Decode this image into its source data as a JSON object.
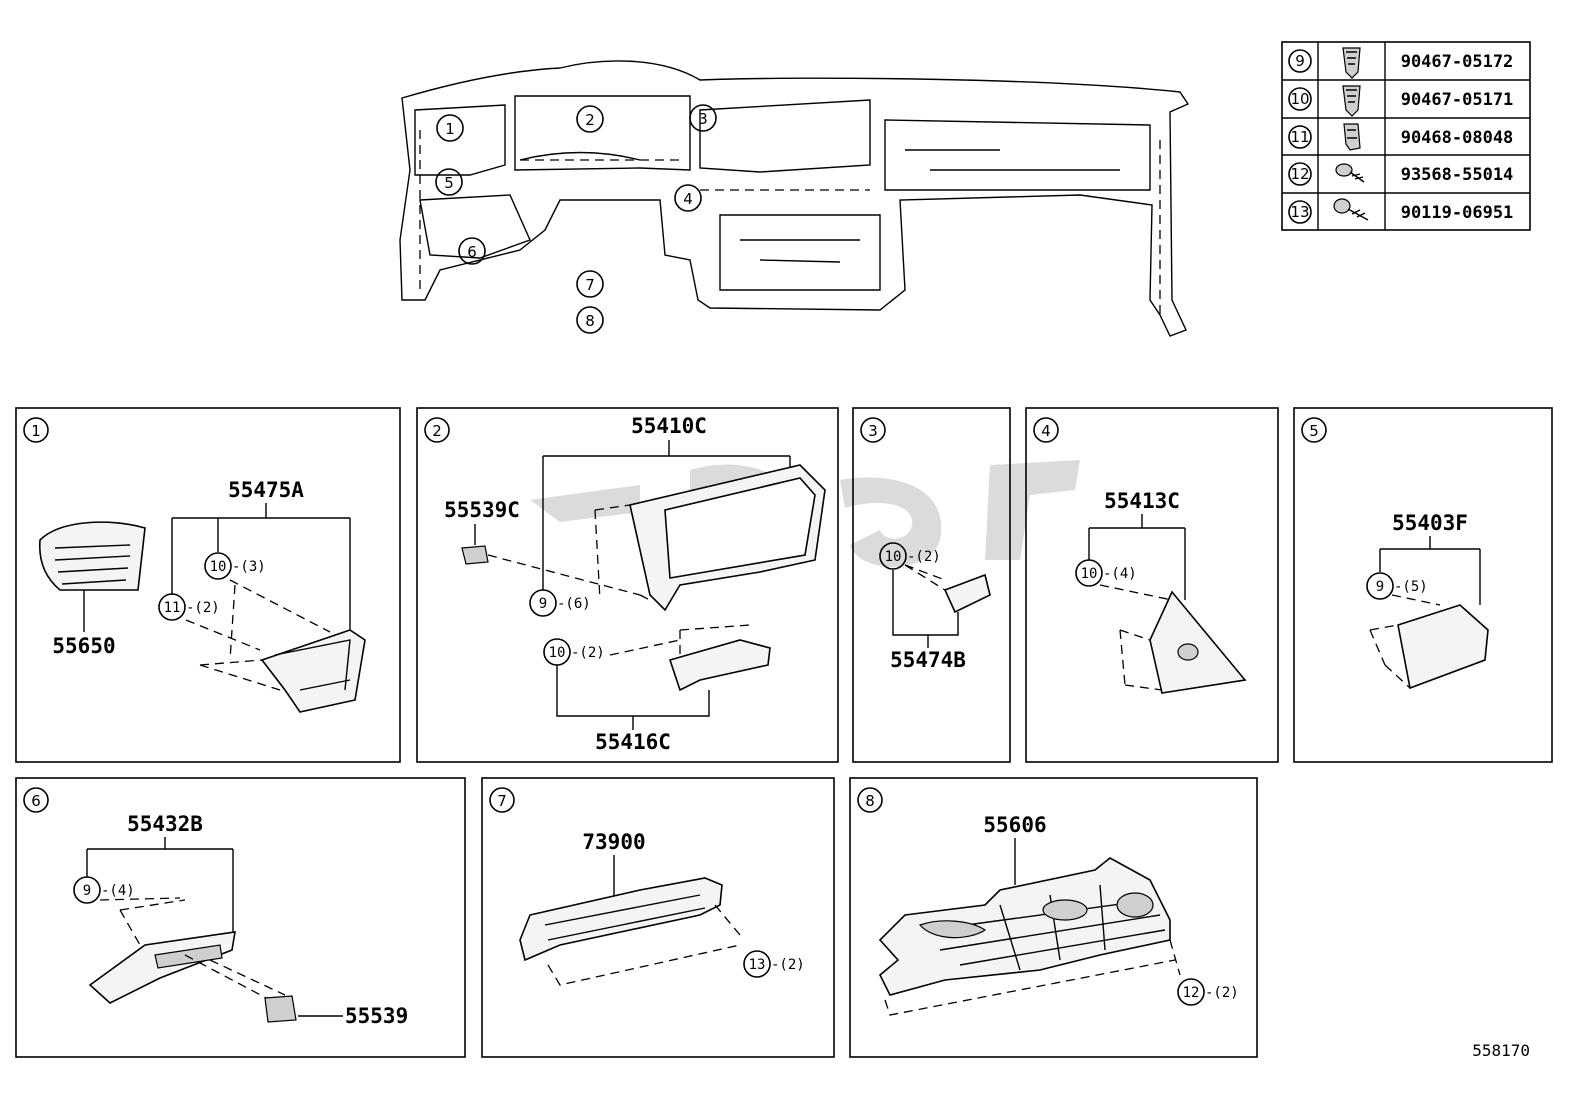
{
  "overview": {
    "callouts": [
      "1",
      "2",
      "3",
      "4",
      "5",
      "6",
      "7",
      "8"
    ]
  },
  "fastener_table": {
    "rows": [
      {
        "ref": "9",
        "part_no": "90467-05172",
        "icon": "clip-icon"
      },
      {
        "ref": "10",
        "part_no": "90467-05171",
        "icon": "clip-icon"
      },
      {
        "ref": "11",
        "part_no": "90468-08048",
        "icon": "clip-icon"
      },
      {
        "ref": "12",
        "part_no": "93568-55014",
        "icon": "screw-icon"
      },
      {
        "ref": "13",
        "part_no": "90119-06951",
        "icon": "bolt-icon"
      }
    ]
  },
  "panels": [
    {
      "id": "1",
      "parts": [
        "55475A",
        "55650"
      ],
      "callouts": [
        {
          "ref": "10",
          "qty": "-(3)"
        },
        {
          "ref": "11",
          "qty": "-(2)"
        }
      ]
    },
    {
      "id": "2",
      "parts": [
        "55410C",
        "55539C",
        "55416C"
      ],
      "callouts": [
        {
          "ref": "9",
          "qty": "-(6)"
        },
        {
          "ref": "10",
          "qty": "-(2)"
        }
      ]
    },
    {
      "id": "3",
      "parts": [
        "55474B"
      ],
      "callouts": [
        {
          "ref": "10",
          "qty": "-(2)"
        }
      ]
    },
    {
      "id": "4",
      "parts": [
        "55413C"
      ],
      "callouts": [
        {
          "ref": "10",
          "qty": "-(4)"
        }
      ]
    },
    {
      "id": "5",
      "parts": [
        "55403F"
      ],
      "callouts": [
        {
          "ref": "9",
          "qty": "-(5)"
        }
      ]
    },
    {
      "id": "6",
      "parts": [
        "55432B",
        "55539"
      ],
      "callouts": [
        {
          "ref": "9",
          "qty": "-(4)"
        }
      ]
    },
    {
      "id": "7",
      "parts": [
        "73900"
      ],
      "callouts": [
        {
          "ref": "13",
          "qty": "-(2)"
        }
      ]
    },
    {
      "id": "8",
      "parts": [
        "55606"
      ],
      "callouts": [
        {
          "ref": "12",
          "qty": "-(2)"
        }
      ]
    }
  ],
  "diagram_id": "558170"
}
